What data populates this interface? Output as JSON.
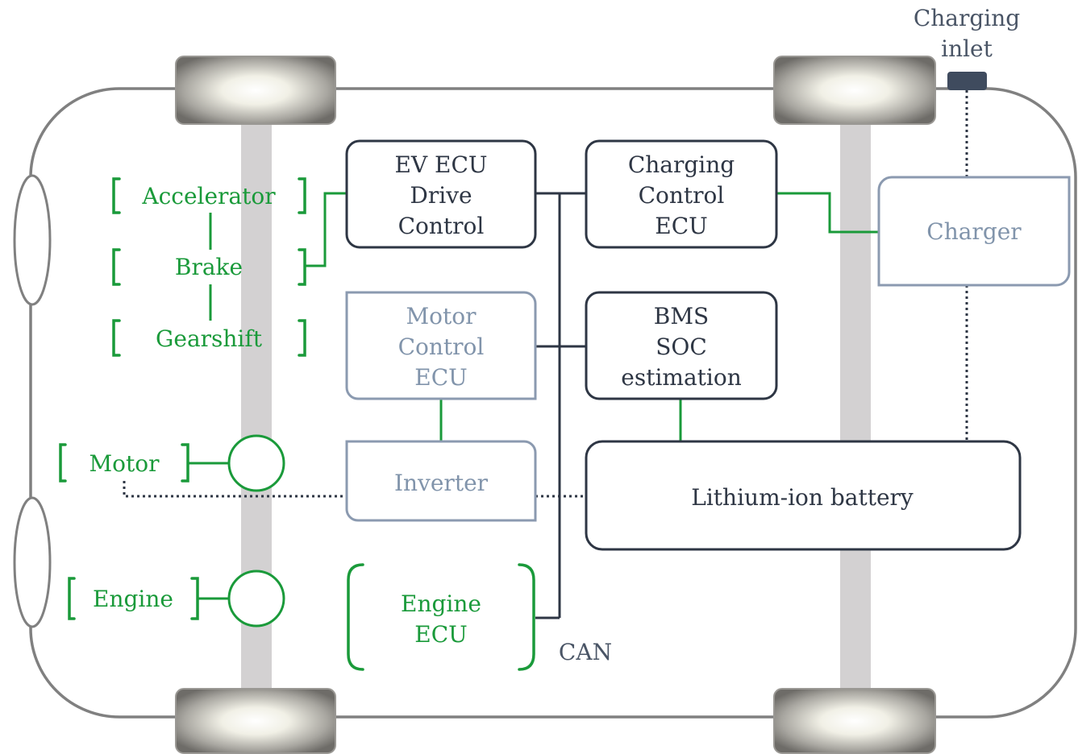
{
  "blocks": {
    "ev_ecu": [
      "EV ECU",
      "Drive",
      "Control"
    ],
    "charging_ecu": [
      "Charging",
      "Control",
      "ECU"
    ],
    "charger": "Charger",
    "charging_inlet": [
      "Charging",
      "inlet"
    ],
    "motor_ecu": [
      "Motor",
      "Control",
      "ECU"
    ],
    "bms": [
      "BMS",
      "SOC",
      "estimation"
    ],
    "inverter": "Inverter",
    "battery": "Lithium-ion battery",
    "engine_ecu": [
      "Engine",
      "ECU"
    ],
    "bus_label": "CAN"
  },
  "inputs": {
    "accelerator": "Accelerator",
    "brake": "Brake",
    "gearshift": "Gearshift",
    "motor": "Motor",
    "engine": "Engine"
  },
  "colors": {
    "dark": "#2e3644",
    "grey": "#8b9ab0",
    "green": "#1a9a3a",
    "axle": "#d3d1d2",
    "body_outline": "#808080"
  }
}
